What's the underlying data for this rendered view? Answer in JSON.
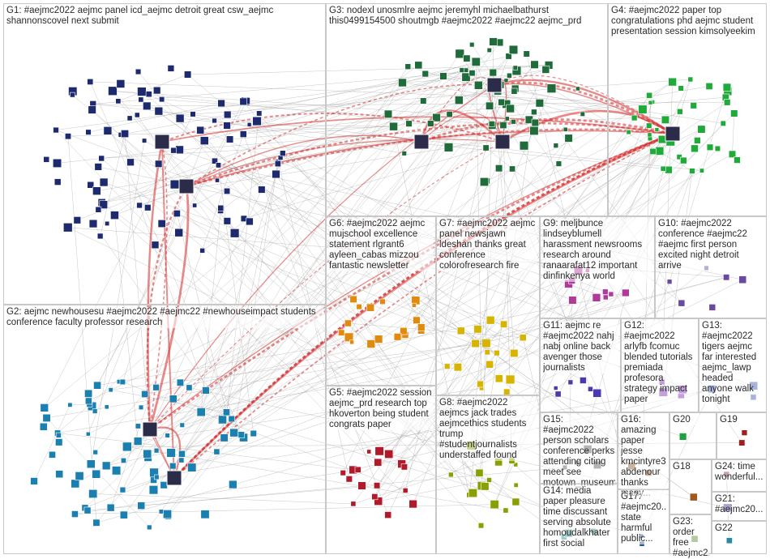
{
  "groups": [
    {
      "id": "G1",
      "label": "G1: #aejmc2022 aejmc panel icd_aejmc detroit great csw_aejmc shannonscovel next submit",
      "color": "#1e2a6e"
    },
    {
      "id": "G2",
      "label": "G2: aejmc newhousesu #aejmc2022 #aejmc22 #newhouseimpact students conference faculty professor research",
      "color": "#1b7fb0"
    },
    {
      "id": "G3",
      "label": "G3: nodexl unosmlre aejmc jeremyhl michaelbathurst this0499154500 shoutmgb #aejmc2022 #aejmc22 aejmc_prd",
      "color": "#1f6b3a"
    },
    {
      "id": "G4",
      "label": "G4: #aejmc2022 paper top congratulations phd aejmc student presentation session kimsolyeekim",
      "color": "#1faa3a"
    },
    {
      "id": "G5",
      "label": "G5: #aejmc2022 session aejmc_prd research top hkoverton being student congrats paper",
      "color": "#b01a2a"
    },
    {
      "id": "G6",
      "label": "G6: #aejmc2022 aejmc mujschool excellence statement rlgrant6 ayleen_cabas mizzou fantastic newsletter",
      "color": "#e08a10"
    },
    {
      "id": "G7",
      "label": "G7: #aejmc2022 aejmc panel newsjawn ldeshan thanks great conference colorofresearch fire",
      "color": "#d6b400"
    },
    {
      "id": "G8",
      "label": "G8: #aejmc2022 aejmcs jack trades aejmcethics students trump #studentjournalists understaffed found",
      "color": "#8aa000"
    },
    {
      "id": "G9",
      "label": "G9: meljbunce lindseyblumell harassment newsrooms research around ranaarafat12 important dinfinkenya world",
      "color": "#b03a9a"
    },
    {
      "id": "G10",
      "label": "G10: #aejmc2022 conference #aejmc22 #aejmc first person excited night detroit arrive",
      "color": "#6a4aa0"
    },
    {
      "id": "G11",
      "label": "G11: aejmc re #aejmc2022 nahj nabj online back avenger those journalists",
      "color": "#4a3ab0"
    },
    {
      "id": "G12",
      "label": "G12: #aejmc2022 arlyfb fcomuc blended tutorials premiada profesora strategy impact paper",
      "color": "#7a2ab0"
    },
    {
      "id": "G13",
      "label": "G13: #aejmc2022 tigers aejmc far interested aejmc_lawp headed anyone walk tonight",
      "color": "#3a5ab0"
    },
    {
      "id": "G14",
      "label": "G14: media paper pleasure time discussant serving absolute homoudalkhater first social",
      "color": "#2a8a8a"
    },
    {
      "id": "G15",
      "label": "G15: #aejmc2022 person scholars conference perks attending citing meet see motown_museum",
      "color": "#5a5a5a"
    },
    {
      "id": "G16",
      "label": "G16: amazing paper jesse kmcintyre3 abdenour thanks many...",
      "color": "#8a5a2a"
    },
    {
      "id": "G17",
      "label": "G17: #aejmc20... state harmful public...",
      "color": "#2a5a8a"
    },
    {
      "id": "G18",
      "label": "G18",
      "color": "#a05a20"
    },
    {
      "id": "G19",
      "label": "G19",
      "color": "#a02020"
    },
    {
      "id": "G20",
      "label": "G20",
      "color": "#20a040"
    },
    {
      "id": "G21",
      "label": "G21: #aejmc20...",
      "color": "#3a3a9a"
    },
    {
      "id": "G22",
      "label": "G22",
      "color": "#2a8aa0"
    },
    {
      "id": "G23",
      "label": "G23: order free #aejmc2...",
      "color": "#5a8a2a"
    },
    {
      "id": "G24",
      "label": "G24: time wonderful...",
      "color": "#8a2a5a"
    }
  ],
  "colors": {
    "edge": "#9a9a9a",
    "edge_strong": "#d42a2a",
    "border": "#c8c8c8"
  }
}
